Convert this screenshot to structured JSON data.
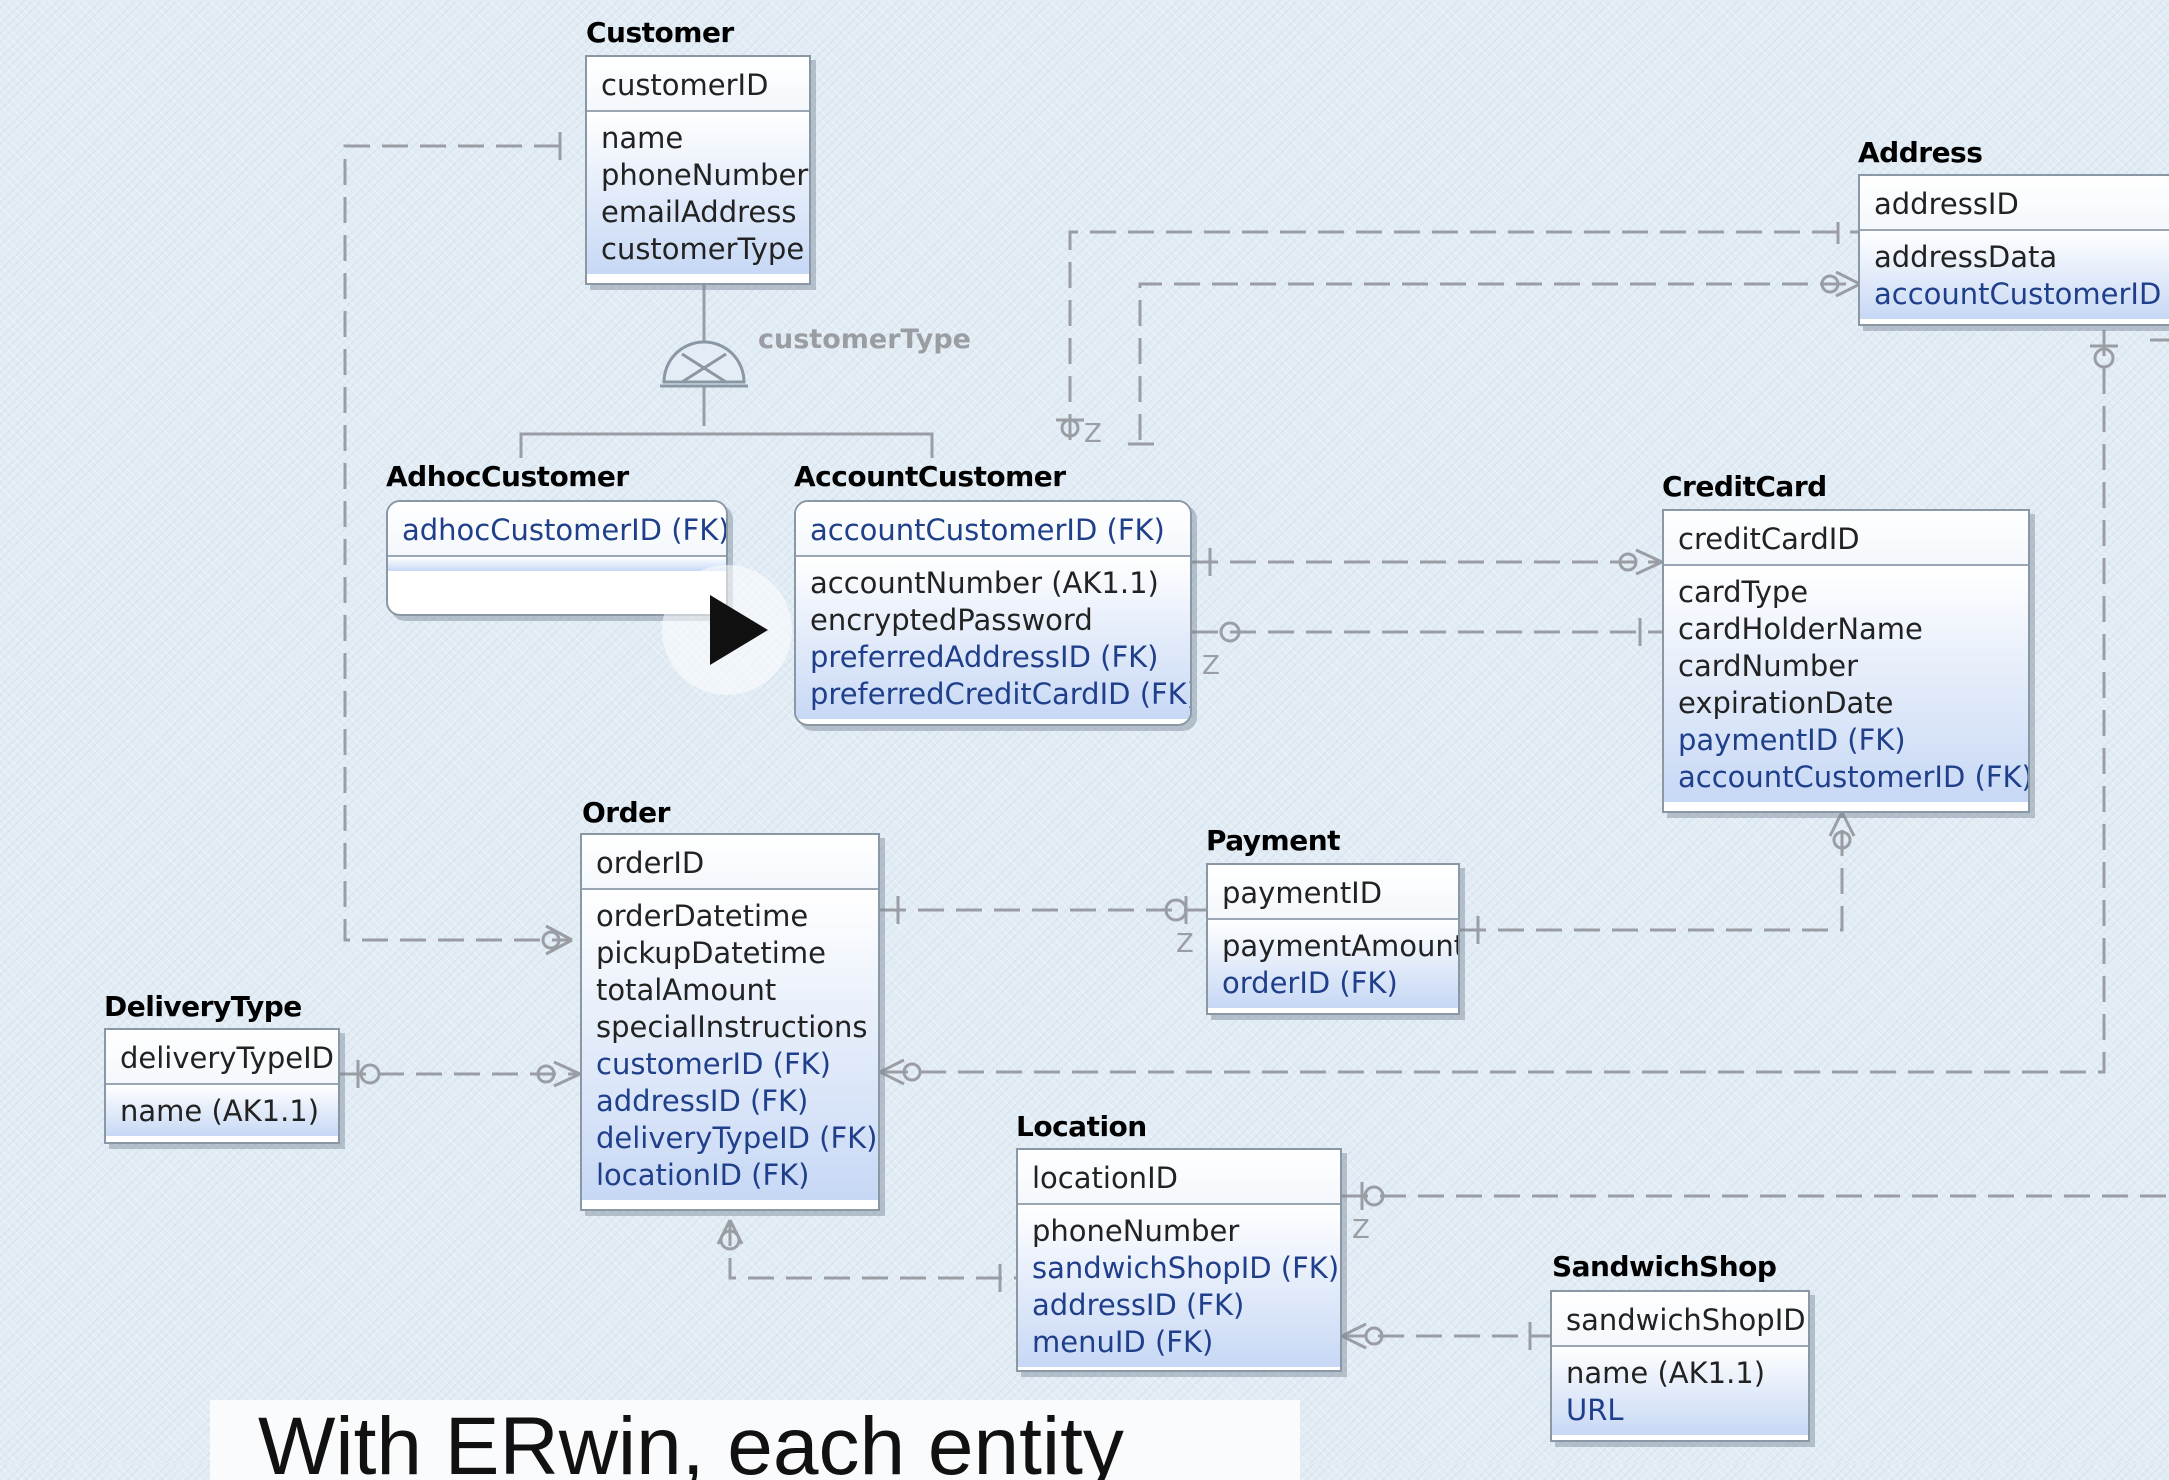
{
  "caption": "With ERwin, each entity",
  "subtype_label": "customerType",
  "entities": {
    "customer": {
      "title": "Customer",
      "pk": "customerID",
      "attrs": [
        {
          "t": "name",
          "fk": false
        },
        {
          "t": "phoneNumber",
          "fk": false
        },
        {
          "t": "emailAddress",
          "fk": false
        },
        {
          "t": "customerType",
          "fk": false
        }
      ]
    },
    "address": {
      "title": "Address",
      "pk": "addressID",
      "attrs": [
        {
          "t": "addressData",
          "fk": false
        },
        {
          "t": "accountCustomerID (F",
          "fk": true
        }
      ]
    },
    "adhoc": {
      "title": "AdhocCustomer",
      "pk": "adhocCustomerID (FK)",
      "attrs": []
    },
    "account": {
      "title": "AccountCustomer",
      "pk": "accountCustomerID (FK)",
      "attrs": [
        {
          "t": "accountNumber (AK1.1)",
          "fk": false
        },
        {
          "t": "encryptedPassword",
          "fk": false
        },
        {
          "t": "preferredAddressID (FK)",
          "fk": true
        },
        {
          "t": "preferredCreditCardID (FK)",
          "fk": true
        }
      ]
    },
    "creditcard": {
      "title": "CreditCard",
      "pk": "creditCardID",
      "attrs": [
        {
          "t": "cardType",
          "fk": false
        },
        {
          "t": "cardHolderName",
          "fk": false
        },
        {
          "t": "cardNumber",
          "fk": false
        },
        {
          "t": "expirationDate",
          "fk": false
        },
        {
          "t": "paymentID (FK)",
          "fk": true
        },
        {
          "t": "accountCustomerID (FK)",
          "fk": true
        }
      ]
    },
    "order": {
      "title": "Order",
      "pk": "orderID",
      "attrs": [
        {
          "t": "orderDatetime",
          "fk": false
        },
        {
          "t": "pickupDatetime",
          "fk": false
        },
        {
          "t": "totalAmount",
          "fk": false
        },
        {
          "t": "specialInstructions",
          "fk": false
        },
        {
          "t": "customerID (FK)",
          "fk": true
        },
        {
          "t": "addressID (FK)",
          "fk": true
        },
        {
          "t": "deliveryTypeID (FK)",
          "fk": true
        },
        {
          "t": "locationID (FK)",
          "fk": true
        }
      ]
    },
    "payment": {
      "title": "Payment",
      "pk": "paymentID",
      "attrs": [
        {
          "t": "paymentAmount",
          "fk": false
        },
        {
          "t": "orderID (FK)",
          "fk": true
        }
      ]
    },
    "deliverytype": {
      "title": "DeliveryType",
      "pk": "deliveryTypeID",
      "attrs": [
        {
          "t": "name (AK1.1)",
          "fk": false
        }
      ]
    },
    "location": {
      "title": "Location",
      "pk": "locationID",
      "attrs": [
        {
          "t": "phoneNumber",
          "fk": false
        },
        {
          "t": "sandwichShopID (FK)",
          "fk": true
        },
        {
          "t": "addressID (FK)",
          "fk": true
        },
        {
          "t": "menuID (FK)",
          "fk": true
        }
      ]
    },
    "sandwichshop": {
      "title": "SandwichShop",
      "pk": "sandwichShopID",
      "attrs": [
        {
          "t": "name (AK1.1)",
          "fk": false
        },
        {
          "t": "URL",
          "fk": true
        }
      ]
    }
  }
}
